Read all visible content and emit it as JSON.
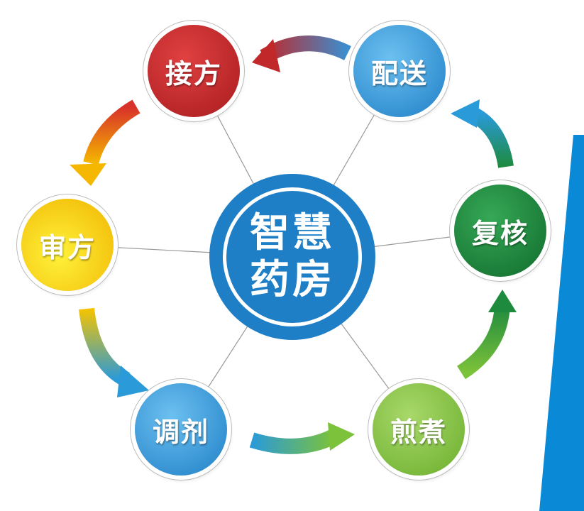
{
  "center": {
    "line1": "智慧",
    "line2": "药房"
  },
  "nodes": [
    {
      "id": "jiefang",
      "label": "接方",
      "color": "#c0282a"
    },
    {
      "id": "peisong",
      "label": "配送",
      "color": "#3a9ad9"
    },
    {
      "id": "fuhe",
      "label": "复核",
      "color": "#1e8a3e"
    },
    {
      "id": "jianzhu",
      "label": "煎煮",
      "color": "#8cc63f"
    },
    {
      "id": "tiaoji",
      "label": "调剂",
      "color": "#3a9ad9"
    },
    {
      "id": "shenfang",
      "label": "审方",
      "color": "#f5c400"
    }
  ],
  "colors": {
    "accent": "#0a8ad6"
  }
}
